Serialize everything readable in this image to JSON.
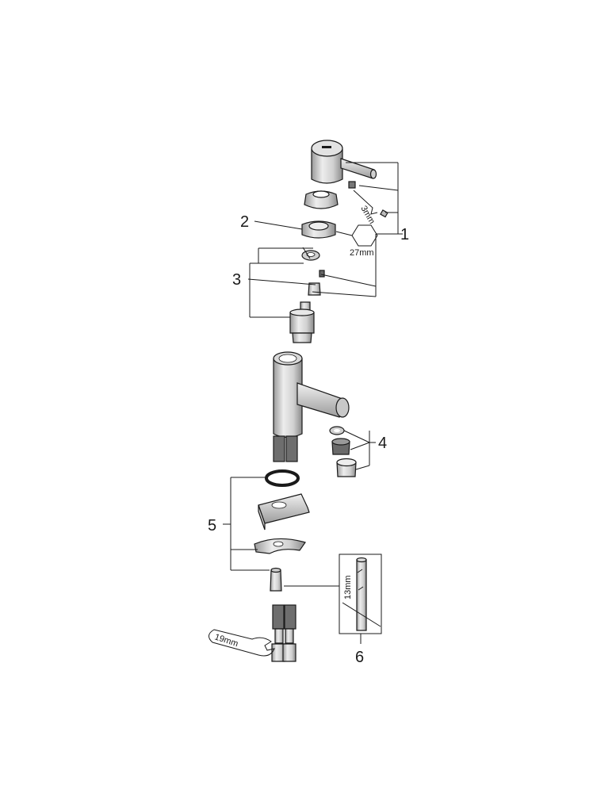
{
  "callouts": {
    "n1": "1",
    "n2": "2",
    "n3": "3",
    "n4": "4",
    "n5": "5",
    "n6": "6"
  },
  "dimensions": {
    "allen_key": "3mm",
    "hex_nut": "27mm",
    "tool_13": "13mm",
    "wrench": "19mm"
  }
}
